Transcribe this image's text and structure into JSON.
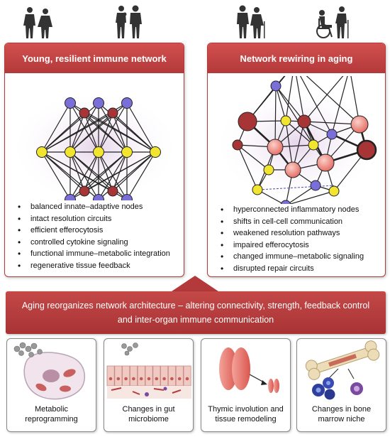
{
  "left_panel": {
    "title": "Young, resilient immune network",
    "bullets": [
      "balanced innate–adaptive nodes",
      "intact resolution circuits",
      "efficient efferocytosis",
      "controlled cytokine signaling",
      "functional immune–metabolic integration",
      "regenerative tissue feedback"
    ]
  },
  "right_panel": {
    "title": "Network rewiring in aging",
    "bullets": [
      "hyperconnected inflammatory nodes",
      "shifts in cell-cell communication",
      "weakened resolution pathways",
      "impaired efferocytosis",
      "changed immune–metabolic signaling",
      "disrupted repair circuits"
    ]
  },
  "banner": {
    "line1": "Aging reorganizes network architecture – altering connectivity, strength, feedback control",
    "line2": "and inter-organ immune communication"
  },
  "cards": [
    {
      "label_line1": "Metabolic",
      "label_line2": "reprogramming"
    },
    {
      "label_line1": "Changes in gut",
      "label_line2": "microbiome"
    },
    {
      "label_line1": "Thymic involution and",
      "label_line2": "tissue remodeling"
    },
    {
      "label_line1": "Changes in bone",
      "label_line2": "marrow niche"
    }
  ],
  "colors": {
    "accent_red": "#b3393a",
    "node_blue": "#7a6fd8",
    "node_red": "#a83535",
    "node_yellow": "#f2e530",
    "node_pink": "#ee8a84"
  },
  "icons": [
    "young-people-icon",
    "adult-family-icon",
    "elderly-couple-icon",
    "elderly-wheelchair-icon"
  ]
}
